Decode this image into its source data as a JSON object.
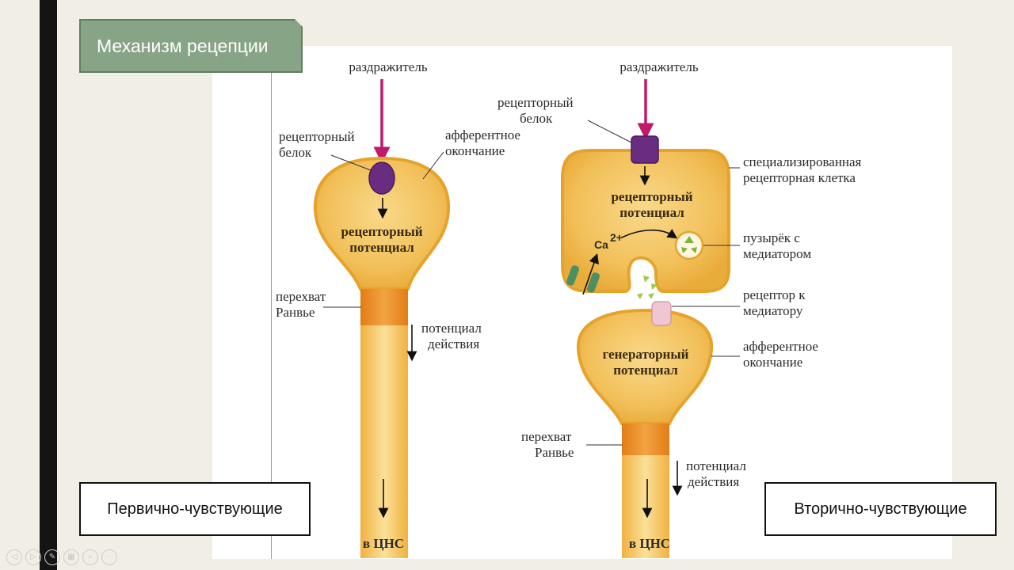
{
  "title": "Механизм рецепции",
  "captions": {
    "left": "Первично-чувствующие",
    "right": "Вторично-чувствующие"
  },
  "primary": {
    "stimulus": "раздражитель",
    "receptor_protein": [
      "рецепторный",
      "белок"
    ],
    "afferent_ending": [
      "афферентное",
      "окончание"
    ],
    "receptor_potential": [
      "рецепторный",
      "потенциал"
    ],
    "ranvier_node": [
      "перехват",
      "Ранвье"
    ],
    "action_potential": [
      "потенциал",
      "действия"
    ],
    "to_cns": "в ЦНС"
  },
  "secondary": {
    "stimulus": "раздражитель",
    "receptor_protein": [
      "рецепторный",
      "белок"
    ],
    "specialized_cell": [
      "специализированная",
      "рецепторная клетка"
    ],
    "receptor_potential": [
      "рецепторный",
      "потенциал"
    ],
    "ca": "Ca",
    "ca_charge": "2+",
    "vesicle": [
      "пузырёк с",
      "медиатором"
    ],
    "mediator_receptor": [
      "рецептор к",
      "медиатору"
    ],
    "generator_potential": [
      "генераторный",
      "потенциал"
    ],
    "afferent_ending": [
      "афферентное",
      "окончание"
    ],
    "ranvier_node": [
      "перехват",
      "Ранвье"
    ],
    "action_potential": [
      "потенциал",
      "действия"
    ],
    "to_cns": "в ЦНС"
  },
  "nav_icons": [
    "prev-icon",
    "next-icon",
    "pen-icon",
    "grid-icon",
    "zoom-icon",
    "more-icon"
  ],
  "colors": {
    "title_bg": "#88a487",
    "stimulus_arrow": "#c0186a",
    "receptor_protein": "#6a2c80",
    "cell_fill": "#f2c05a",
    "cell_border": "#e6a32c",
    "ranvier": "#e88a1e"
  }
}
